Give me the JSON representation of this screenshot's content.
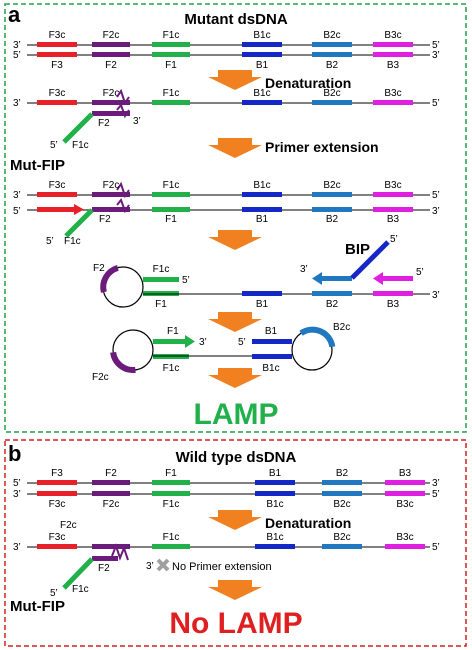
{
  "colors": {
    "F3": "#e8202a",
    "F2": "#6b1c7a",
    "F1": "#22b04b",
    "B1": "#1428c8",
    "B2": "#1f78c0",
    "B3": "#e020e0",
    "panel_a_border": "#22a04a",
    "panel_b_border": "#d02020",
    "arrow": "#f08020",
    "lamp_text": "#22b04b",
    "nolamp_text": "#e02020",
    "cross": "#a0a0a0"
  },
  "panel_a": {
    "letter": "a",
    "title": "Mutant dsDNA",
    "step1": "Denaturation",
    "step2": "Primer extension",
    "primer_label": "Mut-FIP",
    "bip_label": "BIP",
    "result": "LAMP",
    "top_labels": [
      "F3c",
      "F2c",
      "F1c",
      "B1c",
      "B2c",
      "B3c"
    ],
    "bottom_labels": [
      "F3",
      "F2",
      "F1",
      "B1",
      "B2",
      "B3"
    ],
    "ends": {
      "three": "3’",
      "five": "5’"
    }
  },
  "panel_b": {
    "letter": "b",
    "title": "Wild type dsDNA",
    "step1": "Denaturation",
    "no_ext": "No Primer extension",
    "primer_label": "Mut-FIP",
    "result": "No LAMP",
    "top_labels": [
      "F3",
      "F2",
      "F1",
      "B1",
      "B2",
      "B3"
    ],
    "bottom_labels": [
      "F3c",
      "F2c",
      "F1c",
      "B1c",
      "B2c",
      "B3c"
    ]
  }
}
